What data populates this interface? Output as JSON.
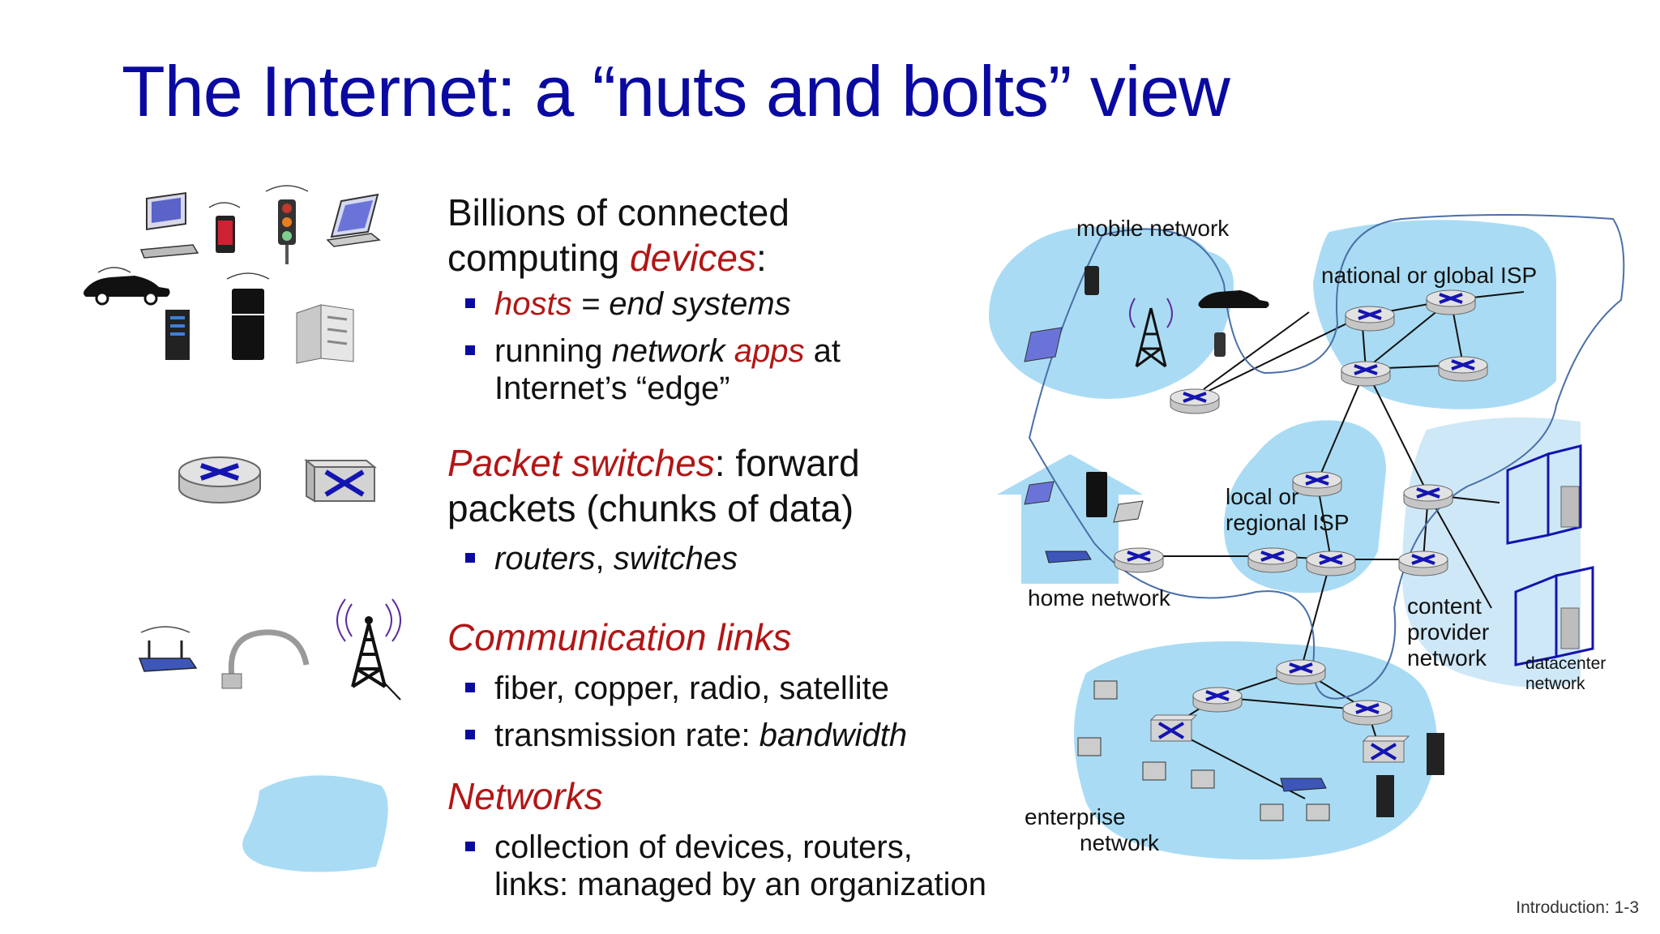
{
  "title": "The Internet: a “nuts and bolts” view",
  "sections": {
    "devices": {
      "line1": "Billions of connected",
      "line2_pre": "computing ",
      "line2_em": "devices",
      "line2_post": ":",
      "b1_em": "hosts",
      "b1_rest": " = end systems",
      "b2_pre": "running ",
      "b2_it": "network ",
      "b2_em": "apps",
      "b2_post": " at",
      "b2_line2": "Internet’s “edge”"
    },
    "switches": {
      "em": "Packet switches",
      "rest": ": forward",
      "line2": "packets (chunks of data)",
      "b1_a": "routers",
      "b1_b": ", ",
      "b1_c": "switches"
    },
    "links": {
      "em": "Communication links",
      "b1": "fiber, copper, radio, satellite",
      "b2_pre": "transmission rate: ",
      "b2_it": "bandwidth"
    },
    "networks": {
      "em": "Networks",
      "b1": "collection of devices, routers,",
      "b1_line2": "links: managed by an organization"
    }
  },
  "diagram": {
    "mobile": "mobile network",
    "isp": "national or global ISP",
    "local_1": "local or",
    "local_2": "regional ISP",
    "home": "home network",
    "content_1": "content",
    "content_2": "provider",
    "content_3": "network",
    "dc_1": "datacenter",
    "dc_2": "network",
    "ent_1": "enterprise",
    "ent_2": "network"
  },
  "footer": "Introduction: 1-3",
  "colors": {
    "title": "#0a0aa0",
    "emphasis": "#b21616",
    "network_blob": "#a9dcf4",
    "router_x": "#1414b0"
  }
}
